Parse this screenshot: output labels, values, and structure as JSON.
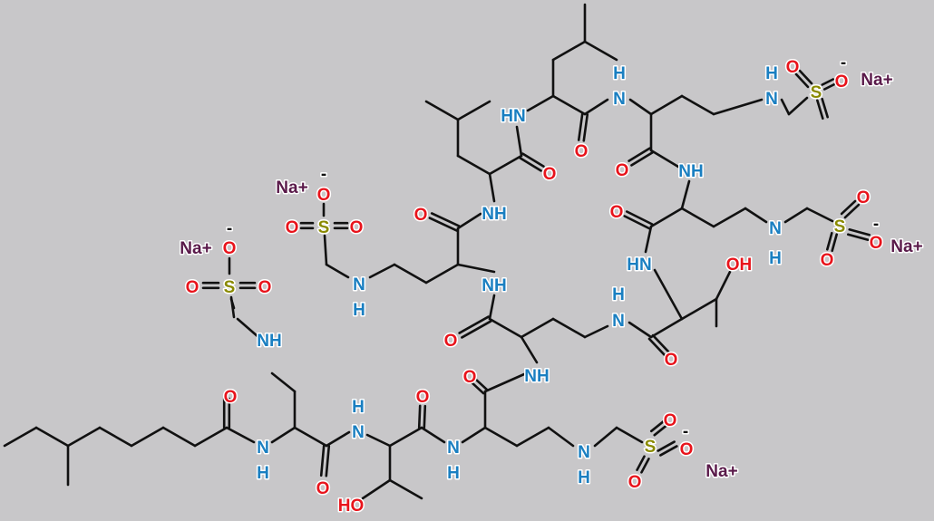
{
  "title": "Sodium sulfomethylated cyclic lipopeptide (structure diagram)",
  "colors": {
    "background": "#c8c7c9",
    "bond": "#111111",
    "N": "#1a7fc1",
    "O": "#e8141c",
    "S": "#8a8a00",
    "Na": "#5a1a4a"
  },
  "atom_labels": [
    "H",
    "N",
    "H",
    "N",
    "O",
    "O",
    "S",
    "-",
    "Na+",
    "HN",
    "O",
    "O",
    "O",
    "NH",
    "Na+",
    "O",
    "-",
    "O",
    "S",
    "O",
    "O",
    "NH",
    "O",
    "O",
    "S",
    "O",
    "-",
    "O",
    "N",
    "H",
    "Na+",
    "HN",
    "OH",
    "Na+",
    "O",
    "-",
    "O",
    "S",
    "O",
    "N",
    "H",
    "NH",
    "H",
    "N",
    "O",
    "NH",
    "O",
    "NH",
    "O",
    "O",
    "O",
    "H",
    "N",
    "O",
    "S",
    "O",
    "-",
    "O",
    "N",
    "H",
    "Na+",
    "N",
    "H",
    "N",
    "H",
    "O",
    "HO"
  ]
}
